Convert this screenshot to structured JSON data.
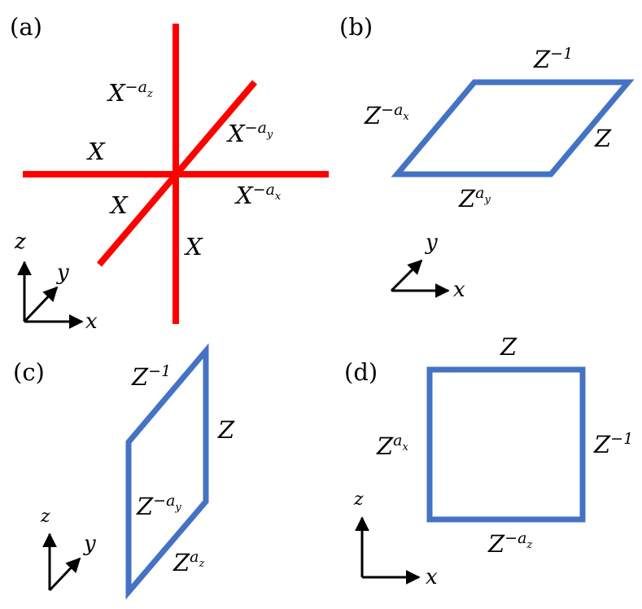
{
  "colors": {
    "cross": "#ff0000",
    "plaquette": "#4472c4",
    "ink": "#000000"
  },
  "panels": {
    "a": {
      "label": "(a)",
      "labels": {
        "up": {
          "base": "X",
          "sup": "−a",
          "subsub": "z"
        },
        "diag_up": {
          "base": "X",
          "sup": "−a",
          "subsub": "y"
        },
        "left": {
          "base": "X"
        },
        "right": {
          "base": "X",
          "sup": "−a",
          "subsub": "x"
        },
        "diag_down": {
          "base": "X"
        },
        "down": {
          "base": "X"
        }
      },
      "axes": {
        "z": "z",
        "y": "y",
        "x": "x"
      }
    },
    "b": {
      "label": "(b)",
      "labels": {
        "top": {
          "base": "Z",
          "sup": "−1"
        },
        "left": {
          "base": "Z",
          "sup": "−a",
          "subsub": "x"
        },
        "right": {
          "base": "Z"
        },
        "bottom": {
          "base": "Z",
          "sup": "a",
          "subsub": "y"
        }
      },
      "axes": {
        "y": "y",
        "x": "x"
      }
    },
    "c": {
      "label": "(c)",
      "labels": {
        "top": {
          "base": "Z",
          "sup": "−1"
        },
        "right": {
          "base": "Z"
        },
        "inside": {
          "base": "Z",
          "sup": "−a",
          "subsub": "y"
        },
        "bottom": {
          "base": "Z",
          "sup": "a",
          "subsub": "z"
        }
      },
      "axes": {
        "z": "z",
        "y": "y"
      }
    },
    "d": {
      "label": "(d)",
      "labels": {
        "top": {
          "base": "Z"
        },
        "left": {
          "base": "Z",
          "sup": "a",
          "subsub": "x"
        },
        "right": {
          "base": "Z",
          "sup": "−1"
        },
        "bottom": {
          "base": "Z",
          "sup": "−a",
          "subsub": "z"
        }
      },
      "axes": {
        "z": "z",
        "x": "x"
      }
    }
  }
}
